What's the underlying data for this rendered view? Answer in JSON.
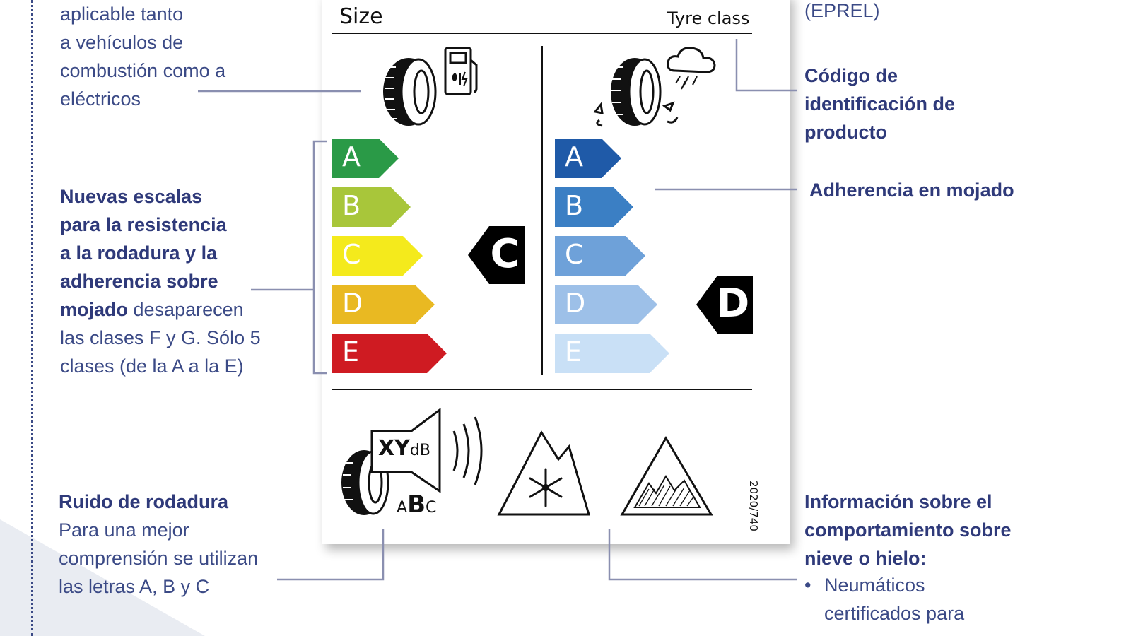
{
  "left": {
    "top_note": [
      "aplicable tanto",
      "a vehículos de",
      "combustión como a",
      "eléctricos"
    ],
    "scales": {
      "bold": [
        "Nuevas escalas",
        "para la resistencia",
        "a la rodadura y la",
        "adherencia sobre",
        "mojado"
      ],
      "rest_inline": " desaparecen",
      "rest": [
        "las clases F y G. Sólo 5",
        "clases (de la A a la E)"
      ]
    },
    "noise": {
      "title": "Ruido de rodadura",
      "lines": [
        "Para una mejor",
        "comprensión se utilizan",
        "las letras A, B y C"
      ]
    }
  },
  "right": {
    "eprel": "(EPREL)",
    "code": [
      "Código de",
      "identificación de",
      "producto"
    ],
    "wet": "Adherencia en mojado",
    "snow": [
      "Información sobre el",
      "comportamiento sobre",
      "nieve o hielo:"
    ],
    "bullet_mark": "•",
    "bullet": [
      "Neumáticos",
      "certificados para"
    ]
  },
  "label": {
    "size": "Size",
    "tyre_class": "Tyre class",
    "fuel_scale": [
      "A",
      "B",
      "C",
      "D",
      "E"
    ],
    "fuel_colors": [
      "#2a9a47",
      "#a8c63a",
      "#f4ea1c",
      "#e9b922",
      "#cf1b22"
    ],
    "fuel_rating": "C",
    "wet_scale": [
      "A",
      "B",
      "C",
      "D",
      "E"
    ],
    "wet_colors": [
      "#1f5aa8",
      "#3b7fc4",
      "#6ea1d9",
      "#9dc0e8",
      "#c9e0f6"
    ],
    "wet_rating": "D",
    "noise_xy": "XY",
    "noise_db": "dB",
    "noise_classes": [
      "A",
      "B",
      "C"
    ],
    "regulation": "2020/740"
  }
}
